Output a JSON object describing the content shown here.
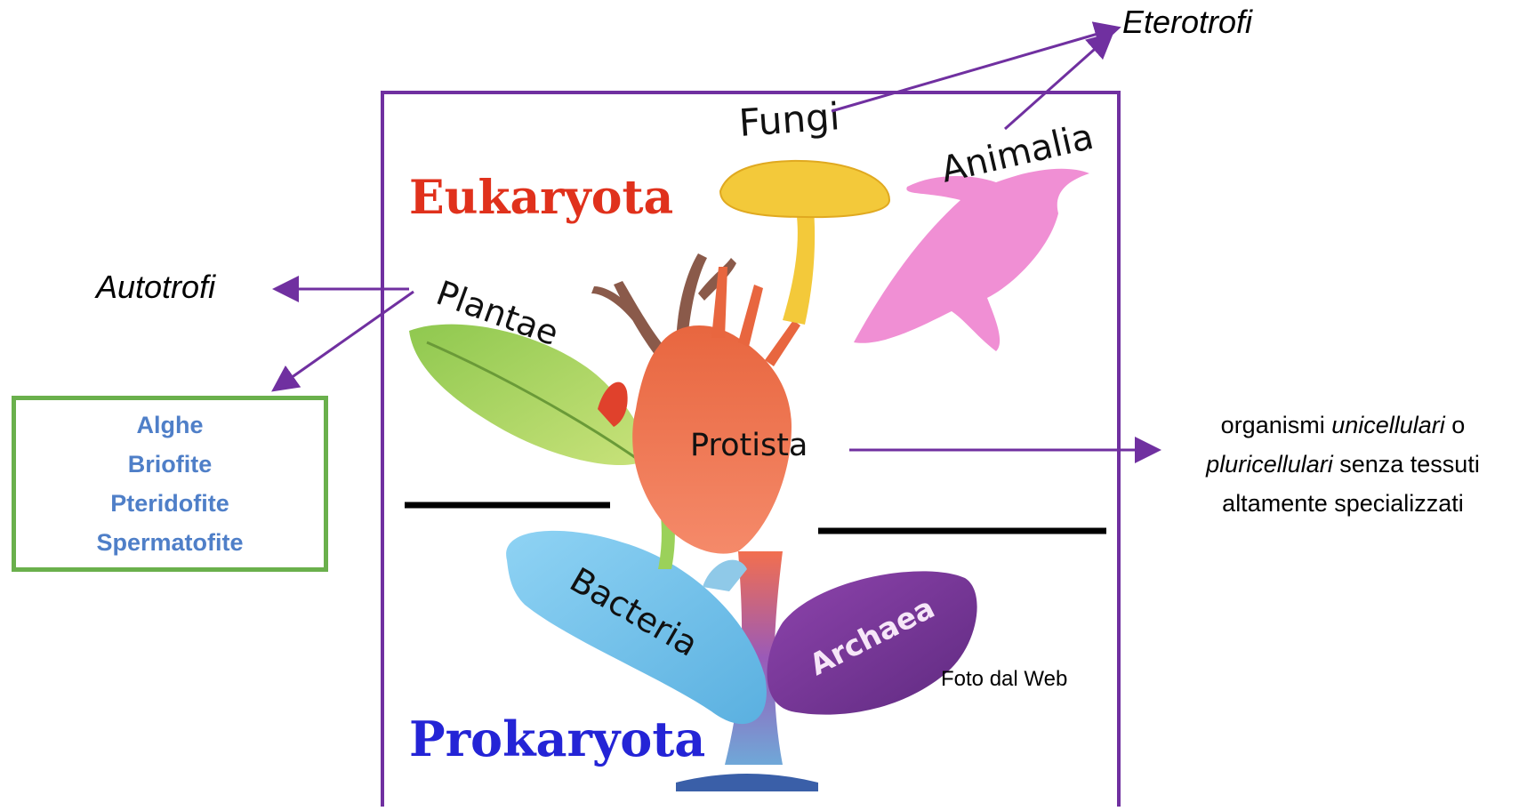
{
  "diagram": {
    "eukaryota_label": "Eukaryota",
    "prokaryota_label": "Prokaryota",
    "kingdoms": {
      "fungi": "Fungi",
      "animalia": "Animalia",
      "plantae": "Plantae",
      "protista": "Protista",
      "bacteria": "Bacteria",
      "archaea": "Archaea"
    },
    "photo_credit": "Foto dal Web"
  },
  "annotations": {
    "autotrofi": "Autotrofi",
    "eterotrofi": "Eterotrofi",
    "plant_groups": [
      "Alghe",
      "Briofite",
      "Pteridofite",
      "Spermatofite"
    ],
    "protista_description": {
      "part1": "organismi ",
      "part2": "unicellulari",
      "part3": " o ",
      "part4": "pluricellulari",
      "part5": " senza tessuti altamente specializzati"
    }
  },
  "colors": {
    "frame": "#7030a0",
    "arrow": "#7030a0",
    "group_box_border": "#6ab04c",
    "group_text": "#4f7fc8",
    "eukaryota": "#e0311c",
    "prokaryota": "#2424d6",
    "fungi": "#f3c93a",
    "animalia": "#f08fd4",
    "plantae": "#9bd15a",
    "protista": "#f26f4f",
    "bacteria": "#7cc7ee",
    "archaea": "#7b3d99"
  }
}
